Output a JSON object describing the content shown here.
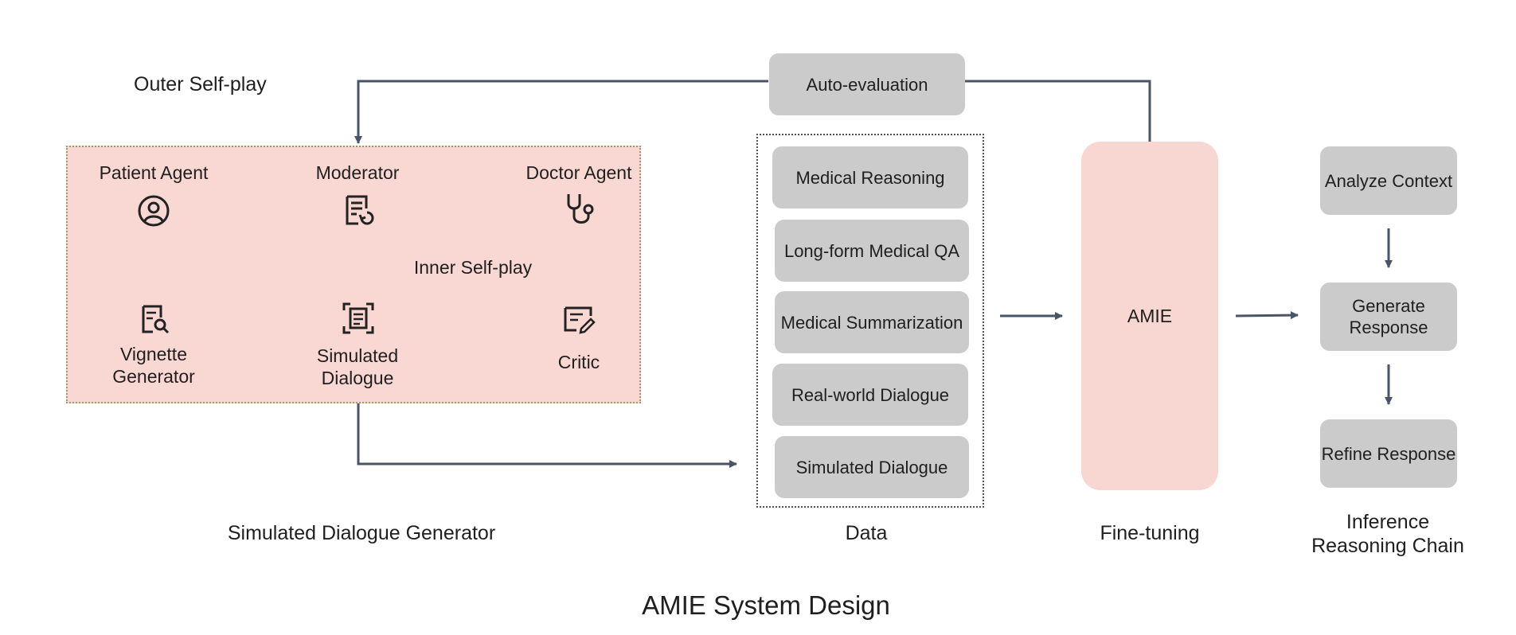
{
  "title": "AMIE System Design",
  "outer_self_play": "Outer Self-play",
  "inner_self_play": "Inner Self-play",
  "auto_evaluation": "Auto-evaluation",
  "generator": {
    "caption": "Simulated Dialogue Generator",
    "patient_agent": "Patient Agent",
    "moderator": "Moderator",
    "doctor_agent": "Doctor Agent",
    "vignette_generator": "Vignette Generator",
    "simulated_dialogue": "Simulated Dialogue",
    "critic": "Critic"
  },
  "data": {
    "caption": "Data",
    "items": [
      "Medical Reasoning",
      "Long-form Medical QA",
      "Medical Summarization",
      "Real-world Dialogue",
      "Simulated Dialogue"
    ]
  },
  "fine_tuning": {
    "caption": "Fine-tuning",
    "model": "AMIE"
  },
  "inference": {
    "caption": "Inference Reasoning Chain",
    "steps": [
      "Analyze Context",
      "Generate Response",
      "Refine Response"
    ]
  },
  "colors": {
    "arrow": "#4a5468",
    "box": "#cbcbcb",
    "pink": "#f9d7d2",
    "amie_pink": "#f8d6d1"
  }
}
